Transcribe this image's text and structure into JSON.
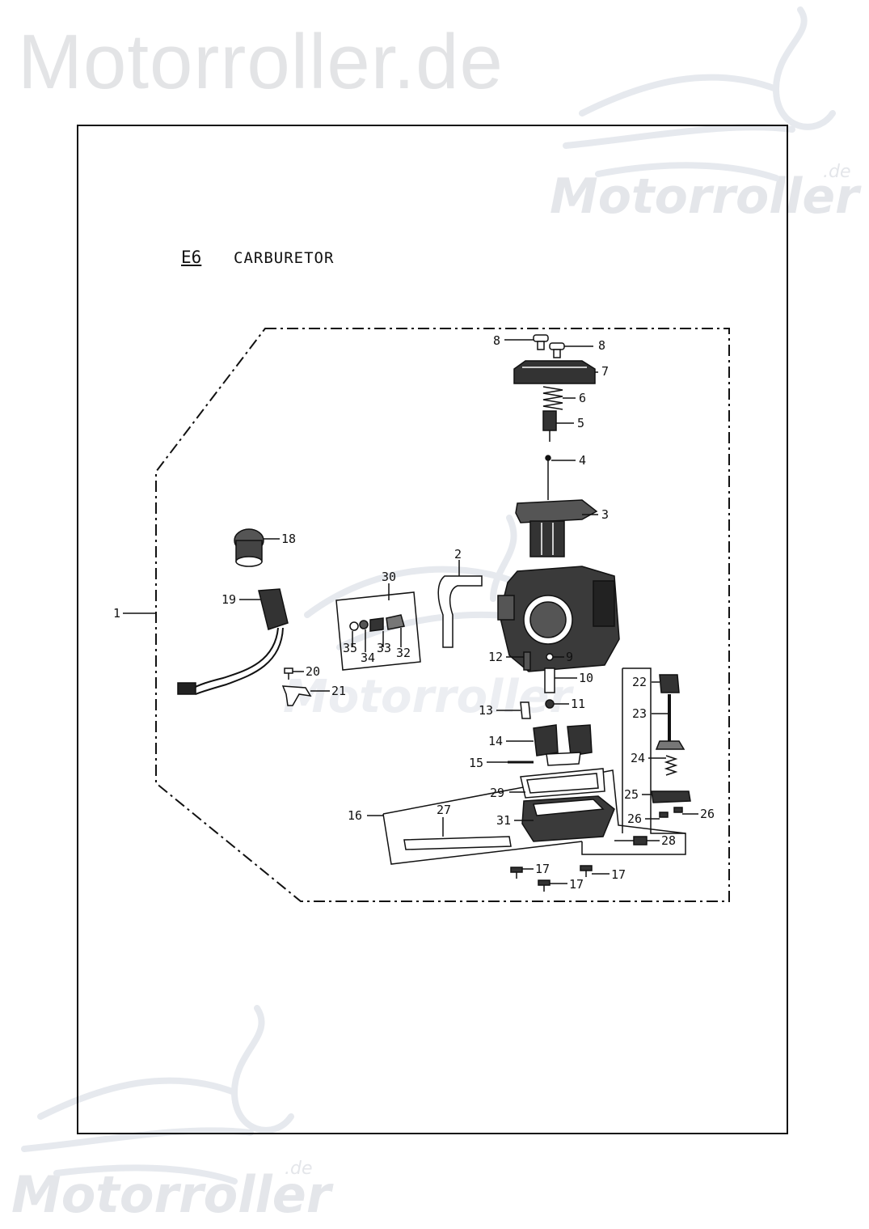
{
  "watermark": {
    "top_text": "Motorroller.de",
    "logo_text": "Motorroller",
    "logo_suffix": ".de"
  },
  "section": {
    "code": "E6",
    "title": "CARBURETOR"
  },
  "callouts": [
    {
      "id": "c8a",
      "label": "8"
    },
    {
      "id": "c8b",
      "label": "8"
    },
    {
      "id": "c7",
      "label": "7"
    },
    {
      "id": "c6",
      "label": "6"
    },
    {
      "id": "c5",
      "label": "5"
    },
    {
      "id": "c4",
      "label": "4"
    },
    {
      "id": "c3",
      "label": "3"
    },
    {
      "id": "c18",
      "label": "18"
    },
    {
      "id": "c2",
      "label": "2"
    },
    {
      "id": "c30",
      "label": "30"
    },
    {
      "id": "c19",
      "label": "19"
    },
    {
      "id": "c1",
      "label": "1"
    },
    {
      "id": "c35",
      "label": "35"
    },
    {
      "id": "c34",
      "label": "34"
    },
    {
      "id": "c33",
      "label": "33"
    },
    {
      "id": "c32",
      "label": "32"
    },
    {
      "id": "c12",
      "label": "12"
    },
    {
      "id": "c9",
      "label": "9"
    },
    {
      "id": "c10",
      "label": "10"
    },
    {
      "id": "c20",
      "label": "20"
    },
    {
      "id": "c21",
      "label": "21"
    },
    {
      "id": "c22",
      "label": "22"
    },
    {
      "id": "c11",
      "label": "11"
    },
    {
      "id": "c13",
      "label": "13"
    },
    {
      "id": "c23",
      "label": "23"
    },
    {
      "id": "c14",
      "label": "14"
    },
    {
      "id": "c24",
      "label": "24"
    },
    {
      "id": "c15",
      "label": "15"
    },
    {
      "id": "c29",
      "label": "29"
    },
    {
      "id": "c25",
      "label": "25"
    },
    {
      "id": "c27",
      "label": "27"
    },
    {
      "id": "c16",
      "label": "16"
    },
    {
      "id": "c26a",
      "label": "26"
    },
    {
      "id": "c26b",
      "label": "26"
    },
    {
      "id": "c31",
      "label": "31"
    },
    {
      "id": "c28",
      "label": "28"
    },
    {
      "id": "c17a",
      "label": "17"
    },
    {
      "id": "c17b",
      "label": "17"
    },
    {
      "id": "c17c",
      "label": "17"
    }
  ]
}
